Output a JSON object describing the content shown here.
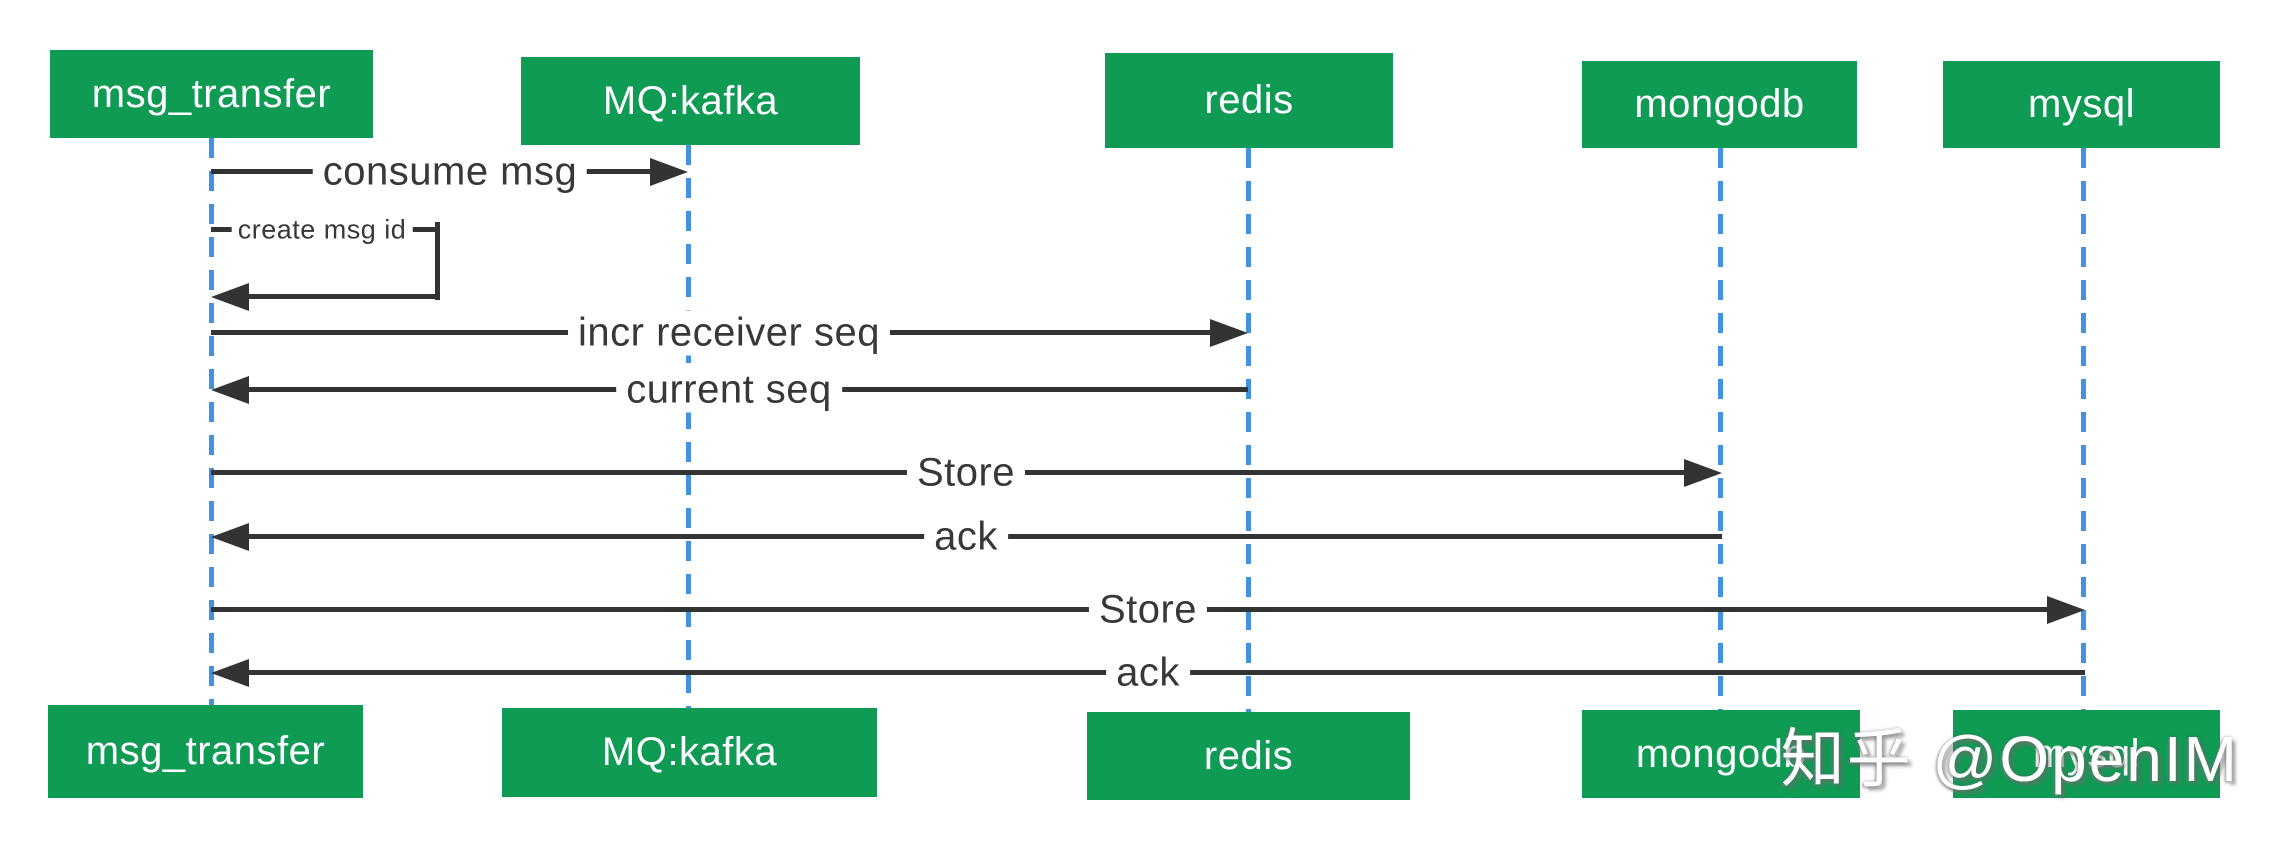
{
  "diagram": {
    "type": "sequence-diagram",
    "actors": [
      {
        "id": "msg_transfer",
        "label": "msg_transfer"
      },
      {
        "id": "mq_kafka",
        "label": "MQ:kafka"
      },
      {
        "id": "redis",
        "label": "redis"
      },
      {
        "id": "mongodb",
        "label": "mongodb"
      },
      {
        "id": "mysql",
        "label": "mysql"
      }
    ],
    "messages": [
      {
        "from": "msg_transfer",
        "to": "mq_kafka",
        "direction": "right",
        "label": "consume msg"
      },
      {
        "from": "msg_transfer",
        "to": "msg_transfer",
        "direction": "self",
        "label": "create msg id"
      },
      {
        "from": "msg_transfer",
        "to": "redis",
        "direction": "right",
        "label": "incr receiver seq"
      },
      {
        "from": "redis",
        "to": "msg_transfer",
        "direction": "left",
        "label": "current seq"
      },
      {
        "from": "msg_transfer",
        "to": "mongodb",
        "direction": "right",
        "label": "Store"
      },
      {
        "from": "mongodb",
        "to": "msg_transfer",
        "direction": "left",
        "label": "ack"
      },
      {
        "from": "msg_transfer",
        "to": "mysql",
        "direction": "right",
        "label": "Store"
      },
      {
        "from": "mysql",
        "to": "msg_transfer",
        "direction": "left",
        "label": "ack"
      }
    ],
    "watermark": "知乎 @OpenIM",
    "colors": {
      "actor_green": "#0f9b54",
      "lifeline_blue": "#4192e3",
      "arrow_dark": "#333333",
      "label_text": "#383838",
      "actor_text": "#ffffff",
      "watermark_text": "#ffffff"
    }
  }
}
